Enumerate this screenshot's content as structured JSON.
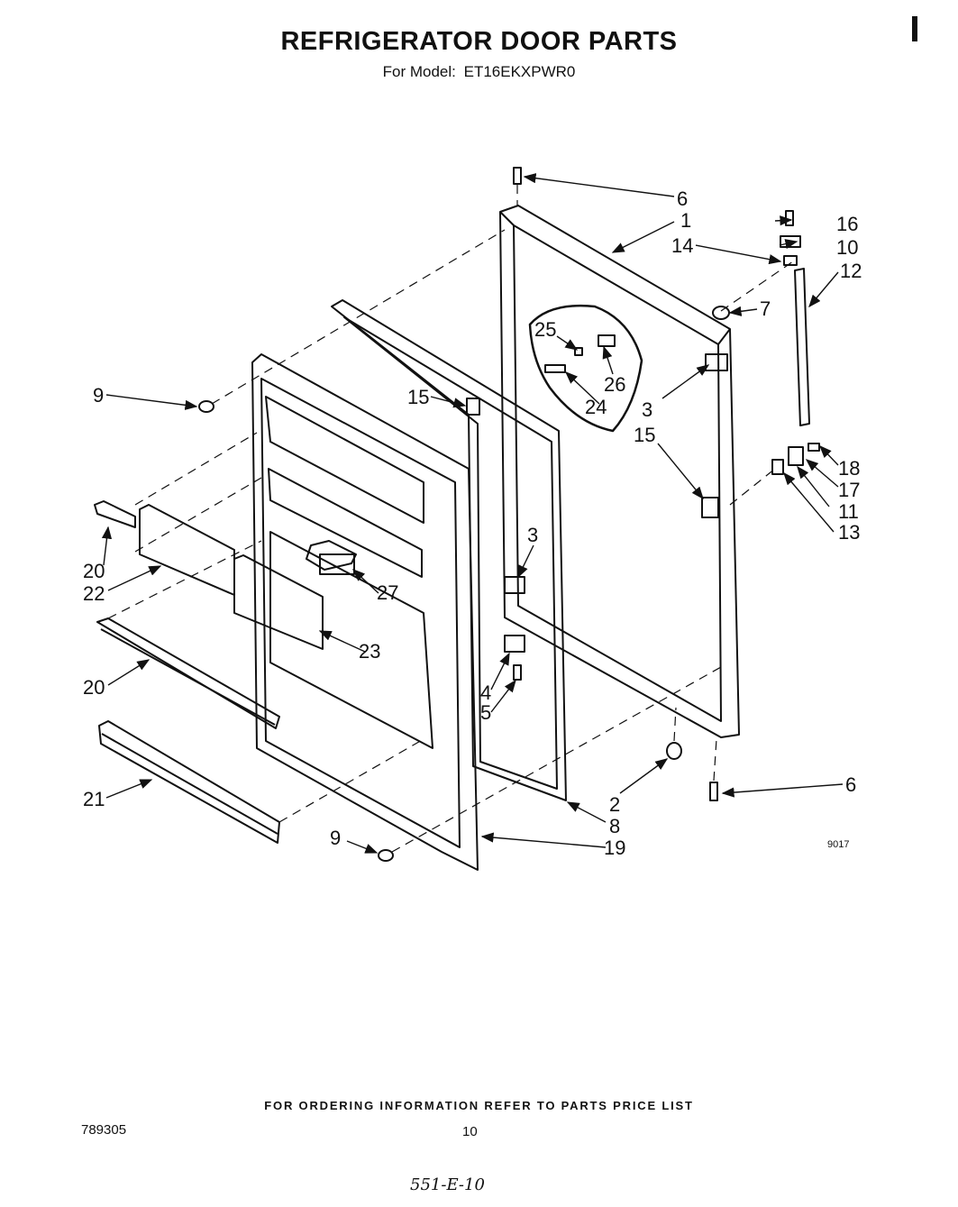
{
  "header": {
    "title": "REFRIGERATOR DOOR PARTS",
    "model_label": "For Model:",
    "model_value": "ET16EKXPWR0"
  },
  "callouts": {
    "c1": "1",
    "c2": "2",
    "c3a": "3",
    "c3b": "3",
    "c4": "4",
    "c5": "5",
    "c6a": "6",
    "c6b": "6",
    "c7": "7",
    "c8": "8",
    "c9a": "9",
    "c9b": "9",
    "c10": "10",
    "c11": "11",
    "c12": "12",
    "c13": "13",
    "c14": "14",
    "c15a": "15",
    "c15b": "15",
    "c16": "16",
    "c17": "17",
    "c18": "18",
    "c19": "19",
    "c20a": "20",
    "c20b": "20",
    "c21": "21",
    "c22": "22",
    "c23": "23",
    "c24": "24",
    "c25": "25",
    "c26": "26",
    "c27": "27"
  },
  "figure_code": "9017",
  "footer": {
    "ordering_note": "FOR ORDERING INFORMATION REFER TO PARTS PRICE LIST",
    "doc_number": "789305",
    "page_number": "10",
    "handwritten_note": "551-E-10"
  }
}
